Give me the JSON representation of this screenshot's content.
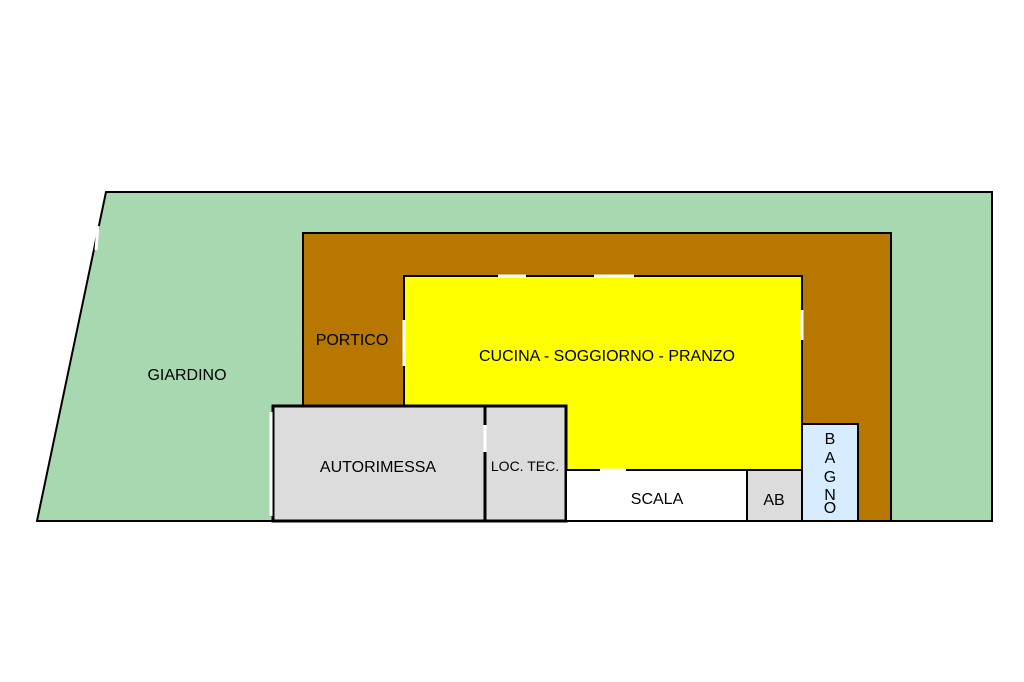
{
  "rooms": {
    "giardino": {
      "label": "GIARDINO",
      "color": "#a8d8b0"
    },
    "portico": {
      "label": "PORTICO",
      "color": "#b87800"
    },
    "cucina": {
      "label": "CUCINA - SOGGIORNO - PRANZO",
      "color": "#ffff00"
    },
    "autorimessa": {
      "label": "AUTORIMESSA",
      "color": "#dcdcdc"
    },
    "loc_tec": {
      "label": "LOC. TEC.",
      "color": "#dcdcdc"
    },
    "scala": {
      "label": "SCALA",
      "color": "#ffffff"
    },
    "ab": {
      "label": "AB",
      "color": "#dcdcdc"
    },
    "bagno": {
      "label": "BAGNO",
      "letters": [
        "B",
        "A",
        "G",
        "N",
        "O"
      ],
      "color": "#d8ecff"
    }
  },
  "wall_color": "#000000"
}
